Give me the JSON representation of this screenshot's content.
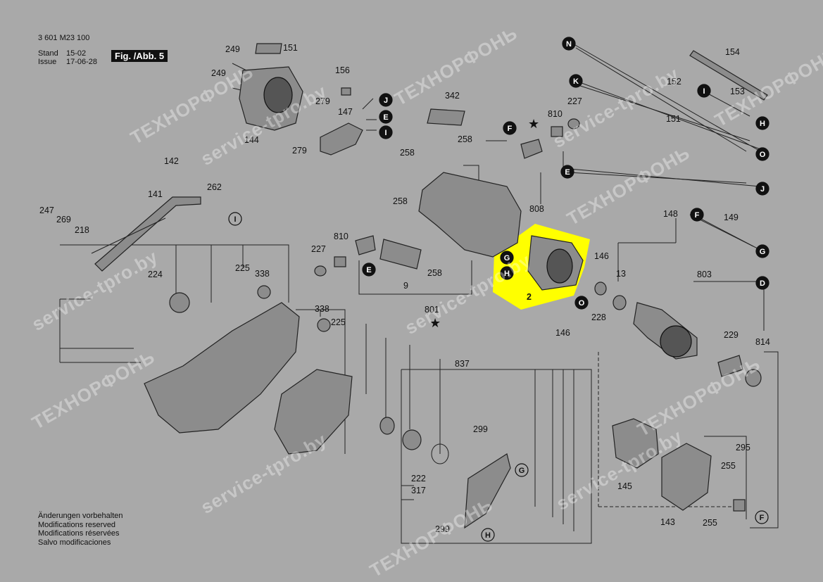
{
  "header": {
    "doc_number": "3 601 M23 100",
    "stand_label": "Stand",
    "stand_value": "15-02",
    "issue_label": "Issue",
    "issue_value": "17-06-28",
    "figure": "Fig. /Abb. 5"
  },
  "footer": [
    "Änderungen vorbehalten",
    "Modifications reserved",
    "Modifications réservées",
    "Salvo modificaciones"
  ],
  "watermarks": [
    "service-tpro.by",
    "ТЕХНОРФОНЬ"
  ],
  "highlight_color": "#ffff00",
  "highlighted_part": "2",
  "labels": {
    "l249a": "249",
    "l151a": "151",
    "l249b": "249",
    "l156": "156",
    "l279a": "279",
    "l147": "147",
    "l144": "144",
    "l279b": "279",
    "l342": "342",
    "l810a": "810",
    "l227a": "227",
    "l258a": "258",
    "l258b": "258",
    "l258c": "258",
    "l808": "808",
    "l154": "154",
    "l152": "152",
    "l153": "153",
    "l151b": "151",
    "l142": "142",
    "l141": "141",
    "l262": "262",
    "l247": "247",
    "l269": "269",
    "l218": "218",
    "l224": "224",
    "l225a": "225",
    "l338a": "338",
    "l227b": "227",
    "l810b": "810",
    "l9": "9",
    "l258d": "258",
    "l801": "801",
    "l2": "2",
    "l146a": "146",
    "l13": "13",
    "l228": "228",
    "l146b": "146",
    "l148": "148",
    "l149": "149",
    "l803": "803",
    "l229": "229",
    "l814": "814",
    "l338b": "338",
    "l225b": "225",
    "l837": "837",
    "l299a": "299",
    "l222": "222",
    "l317": "317",
    "l299b": "299",
    "l145": "145",
    "l295": "295",
    "l255a": "255",
    "l143": "143",
    "l255b": "255"
  },
  "refs": {
    "J1": "J",
    "E1": "E",
    "I1": "I",
    "F1": "F",
    "I2": "I",
    "E2": "E",
    "G1": "G",
    "H1": "H",
    "O1": "O",
    "N": "N",
    "K": "K",
    "I3": "I",
    "H2": "H",
    "O2": "O",
    "E3": "E",
    "J2": "J",
    "F2": "F",
    "G2": "G",
    "D": "D",
    "G3": "G",
    "H3": "H",
    "F3": "F"
  }
}
